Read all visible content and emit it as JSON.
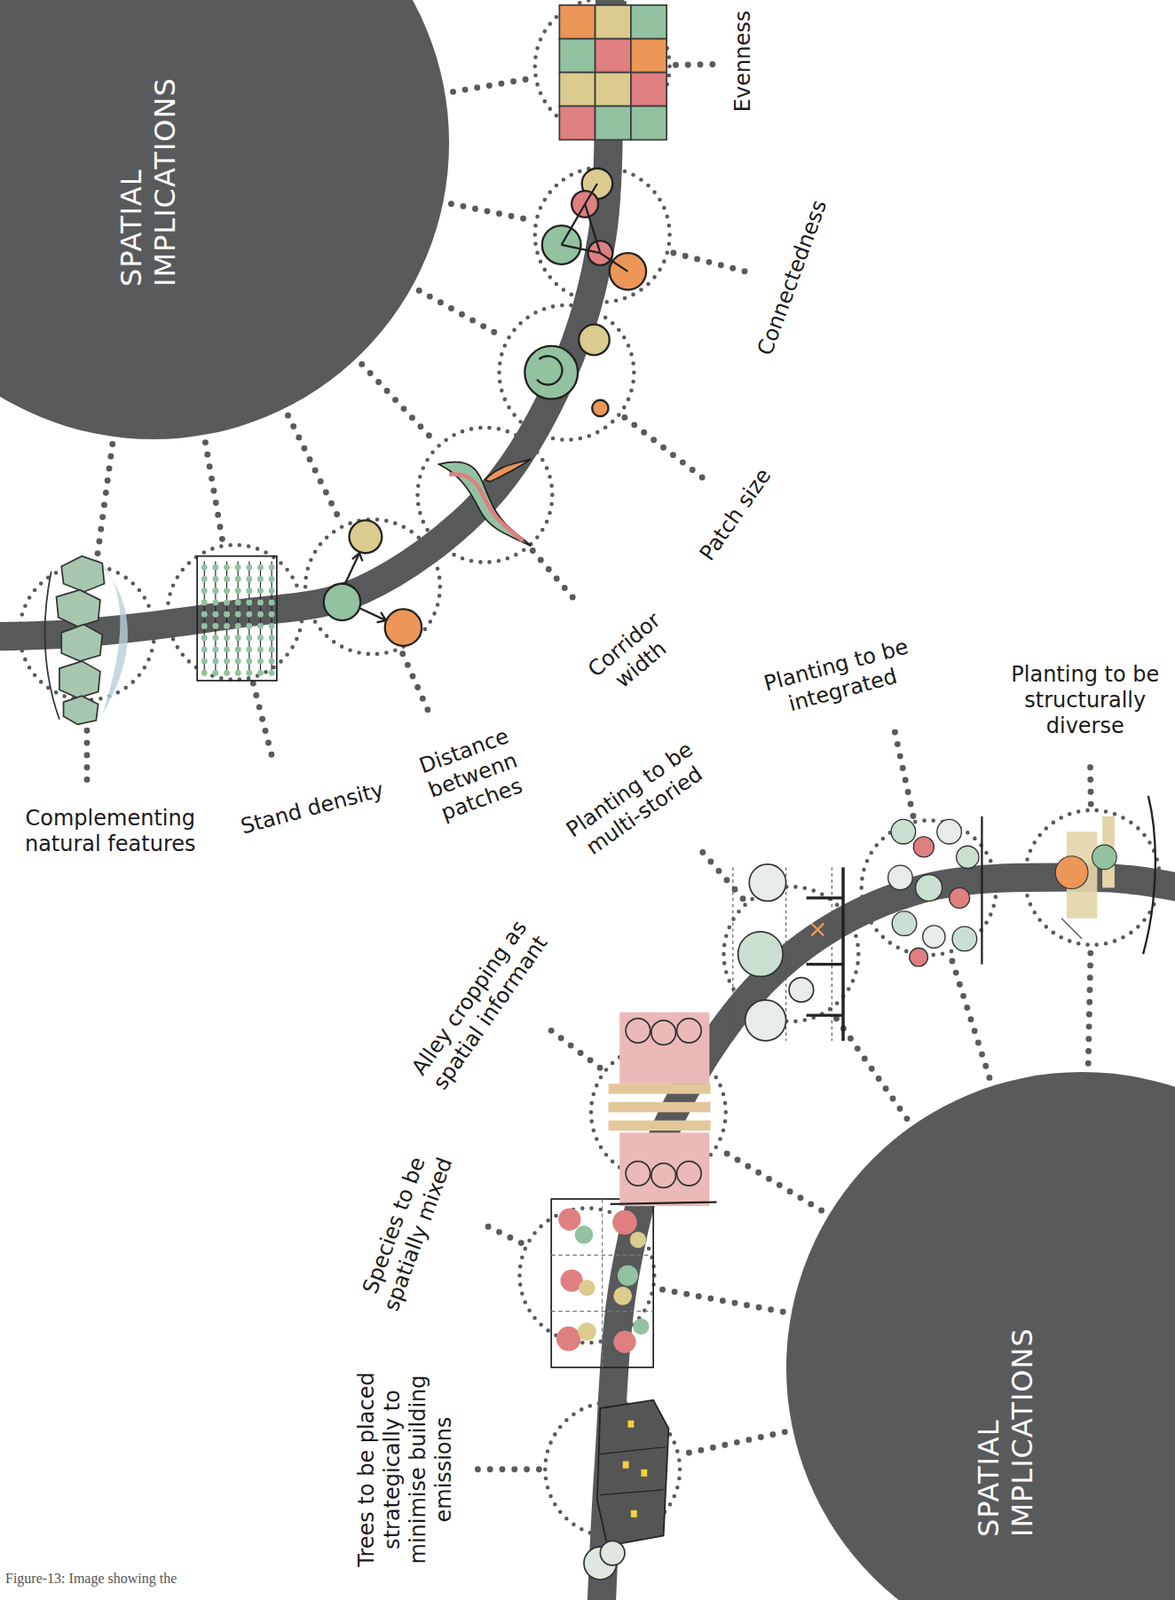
{
  "diagram": {
    "caption": "Figure-13: Image showing the",
    "nodes": [
      {
        "text": [
          "SPATIAL IMPLICATIONS"
        ]
      },
      {
        "text": [
          "SPATIAL IMPLICATIONS"
        ]
      }
    ],
    "labels": [
      "Evenness",
      "Connectedness",
      "Patch size",
      "Corridor width",
      "Distance betwenn patches",
      "Stand density",
      "Complementing natural features",
      "Trees to be placed strategically to minimise building emissions",
      "Species to be spatially mixed",
      "Alley cropping as spatial informant",
      "Planting to be multi-storied",
      "Planting to be integrated",
      "Planting to be structurally diverse"
    ]
  }
}
